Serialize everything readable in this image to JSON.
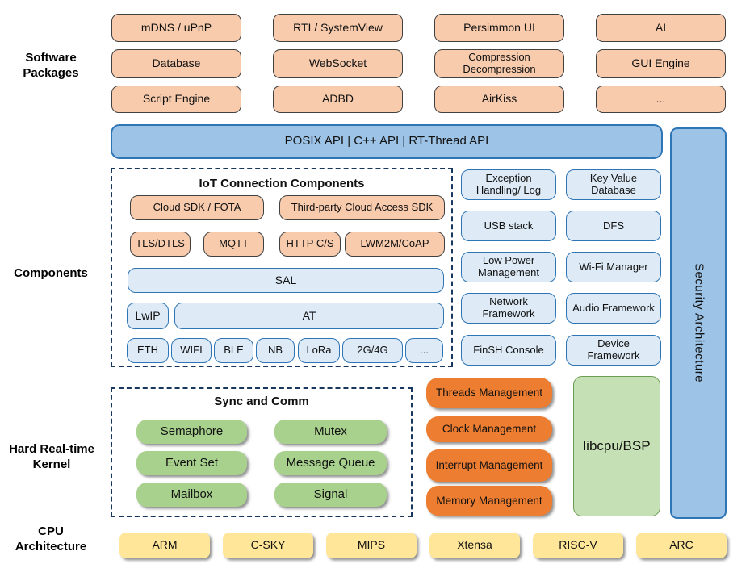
{
  "sections": {
    "software_packages": "Software Packages",
    "components": "Components",
    "kernel": "Hard Real-time Kernel",
    "cpu": "CPU Architecture"
  },
  "software_packages": {
    "rows": [
      [
        "mDNS / uPnP",
        "RTI / SystemView",
        "Persimmon UI",
        "AI"
      ],
      [
        "Database",
        "WebSocket",
        "Compression Decompression",
        "GUI Engine"
      ],
      [
        "Script Engine",
        "ADBD",
        "AirKiss",
        "..."
      ]
    ]
  },
  "api_bar": {
    "label": "POSIX API | C++ API | RT-Thread API"
  },
  "iot": {
    "title": "IoT Connection Components",
    "cloud_sdk": "Cloud SDK / FOTA",
    "third_party_sdk": "Third-party Cloud Access SDK",
    "protocols": [
      "TLS/DTLS",
      "MQTT",
      "HTTP C/S",
      "LWM2M/CoAP"
    ],
    "sal": "SAL",
    "lwip": "LwIP",
    "at": "AT",
    "links": [
      "ETH",
      "WIFI",
      "BLE",
      "NB",
      "LoRa",
      "2G/4G",
      "..."
    ]
  },
  "component_boxes": {
    "rows": [
      [
        "Exception Handling/ Log",
        "Key Value Database"
      ],
      [
        "USB stack",
        "DFS"
      ],
      [
        "Low Power Management",
        "Wi-Fi Manager"
      ],
      [
        "Network Framework",
        "Audio Framework"
      ],
      [
        "FinSH Console",
        "Device Framework"
      ]
    ]
  },
  "security": {
    "label": "Security Architecture"
  },
  "kernel": {
    "sync_title": "Sync and Comm",
    "sync_rows": [
      [
        "Semaphore",
        "Mutex"
      ],
      [
        "Event Set",
        "Message Queue"
      ],
      [
        "Mailbox",
        "Signal"
      ]
    ],
    "management": [
      "Threads Management",
      "Clock Management",
      "Interrupt Management",
      "Memory Management"
    ],
    "libcpu": "libcpu/BSP"
  },
  "cpu": {
    "items": [
      "ARM",
      "C-SKY",
      "MIPS",
      "Xtensa",
      "RISC-V",
      "ARC"
    ]
  },
  "colors": {
    "package_fill": "#F8CBAD",
    "api_bar_fill": "#9DC3E6",
    "component_fill": "#DEEBF7",
    "component_border": "#2E75B6",
    "security_fill": "#9DC3E6",
    "sync_fill": "#A9D18E",
    "management_fill": "#ED7D31",
    "libcpu_fill": "#C5E0B4",
    "cpu_fill": "#FFE699",
    "dashed_border": "#17375E"
  }
}
